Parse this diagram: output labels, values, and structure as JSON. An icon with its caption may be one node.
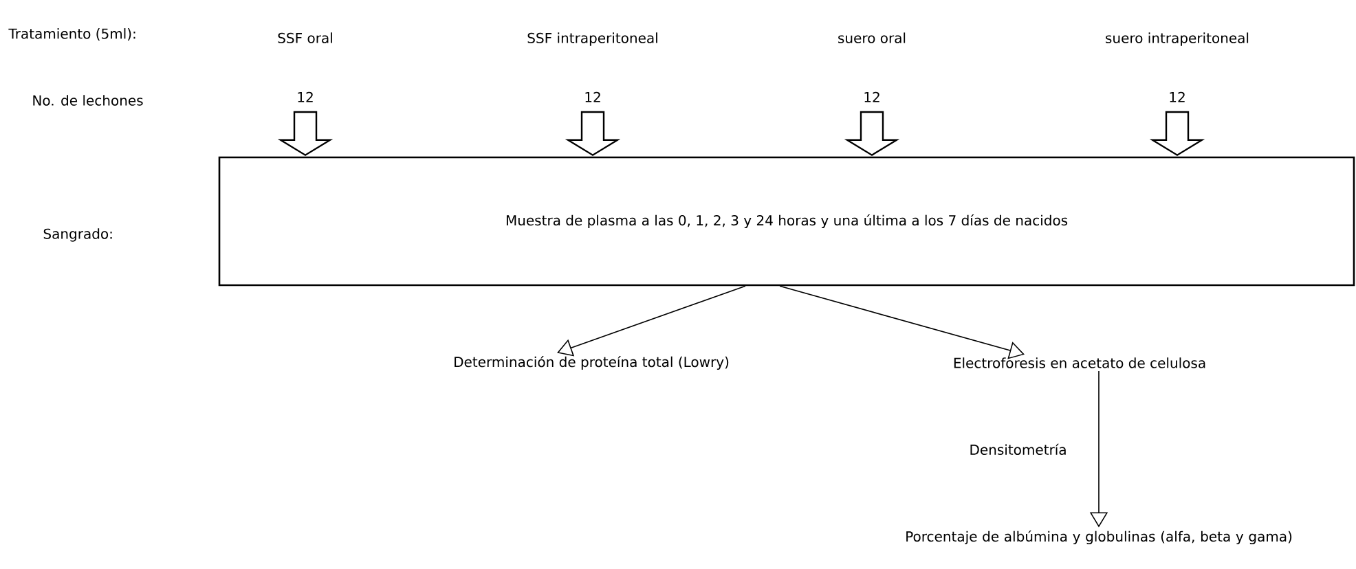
{
  "diagram": {
    "nodes": [
      {
        "text": [
          "SSF oral",
          "12"
        ]
      },
      {
        "text": [
          "SSF intraperitoneal",
          "12"
        ]
      },
      {
        "text": [
          "suero oral",
          "12"
        ]
      },
      {
        "text": [
          "suero intraperitoneal",
          "12"
        ]
      },
      {
        "text": [
          "Muestra de plasma a las 0, 1, 2, 3 y 24 horas y una última a los 7 días de nacidos"
        ]
      },
      {
        "text": [
          "Determinación de proteína total (Lowry)"
        ]
      },
      {
        "text": [
          "Electroforesis en acetato de celulosa"
        ]
      },
      {
        "text": [
          "Porcentaje de albúmina y globulinas (alfa, beta y gama)"
        ]
      }
    ],
    "edges": [
      {
        "from": 0,
        "to": 4,
        "arrow": "to",
        "style": "thick"
      },
      {
        "from": 1,
        "to": 4,
        "arrow": "to",
        "style": "thick"
      },
      {
        "from": 2,
        "to": 4,
        "arrow": "to",
        "style": "thick"
      },
      {
        "from": 3,
        "to": 4,
        "arrow": "to",
        "style": "thick"
      },
      {
        "from": 4,
        "to": 5,
        "arrow": "to"
      },
      {
        "from": 4,
        "to": 6,
        "arrow": "to"
      },
      {
        "from": 6,
        "to": 7,
        "arrow": "to",
        "label": "Densitometría"
      }
    ],
    "labels": [
      "Tratamiento (5ml):",
      "No. de lechones",
      "Sangrado:"
    ]
  }
}
